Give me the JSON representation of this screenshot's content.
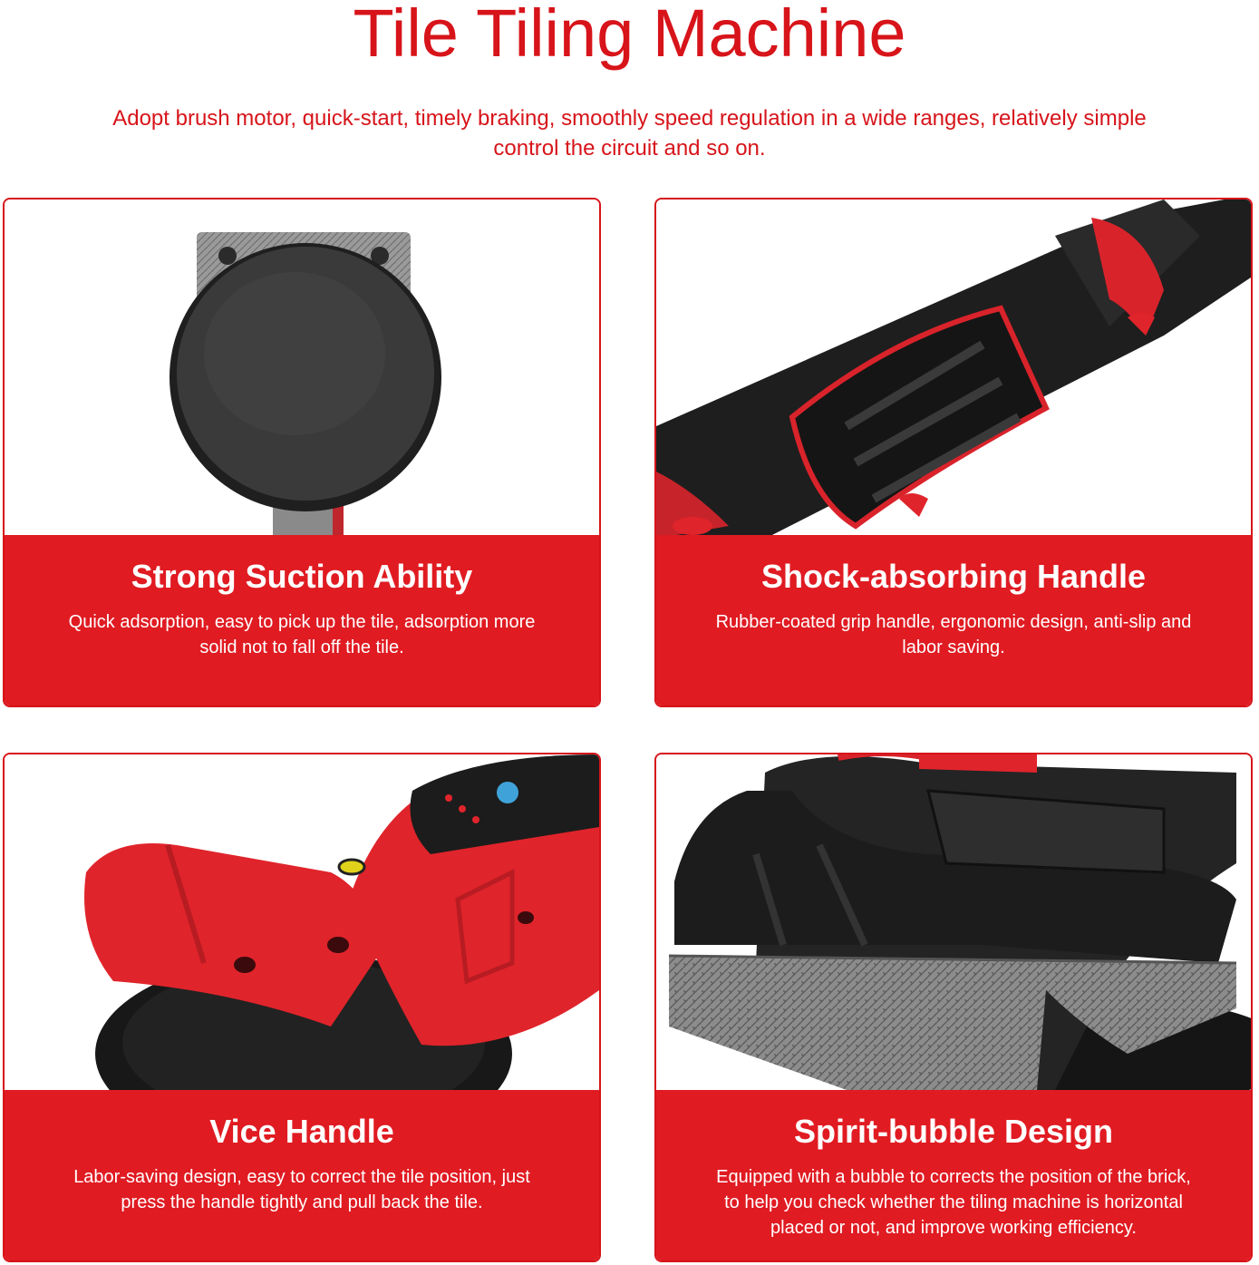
{
  "header": {
    "title": "Tile Tiling Machine",
    "subtitle_line1": "Adopt brush motor, quick-start, timely braking, smoothly speed regulation in a wide ranges, relatively simple",
    "subtitle_line2": "control the circuit and so on."
  },
  "features": [
    {
      "heading": "Strong Suction Ability",
      "line1": "Quick adsorption, easy to pick up the tile, adsorption more",
      "line2": "solid not to fall off the tile.",
      "line3": "",
      "image_icon": "suction-cup-icon"
    },
    {
      "heading": "Shock-absorbing Handle",
      "line1": "Rubber-coated grip handle, ergonomic design, anti-slip and",
      "line2": "labor saving.",
      "line3": "",
      "image_icon": "grip-handle-icon"
    },
    {
      "heading": "Vice Handle",
      "line1": "Labor-saving design, easy to correct the tile position, just",
      "line2": "press the handle tightly and pull back the tile.",
      "line3": "",
      "image_icon": "vice-handle-icon"
    },
    {
      "heading": "Spirit-bubble Design",
      "line1": "Equipped with a bubble to corrects the position of the brick,",
      "line2": "to help you check whether the tiling machine is horizontal",
      "line3": "placed or not, and improve working efficiency.",
      "image_icon": "spirit-level-icon"
    }
  ],
  "colors": {
    "accent": "#e01b22",
    "title_red": "#d7141a",
    "machine_black": "#1c1c1c",
    "machine_red": "#e0242b"
  }
}
